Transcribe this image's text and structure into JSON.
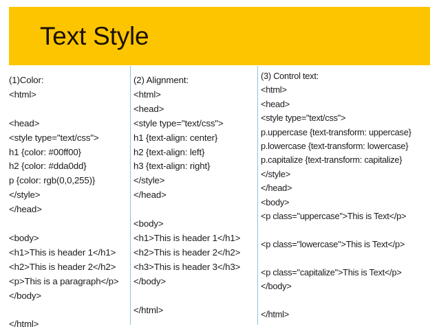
{
  "slide": {
    "title": "Text Style",
    "background_color": "#ffffff",
    "banner_color": "#FDC500",
    "title_color": "#1a1108",
    "divider_color": "#8FC3D2"
  },
  "columns": [
    {
      "id": "color",
      "heading": "(1)Color:",
      "lines": [
        "(1)Color:",
        "<html>",
        "",
        "<head>",
        "<style type=\"text/css\">",
        "h1 {color: #00ff00}",
        "h2 {color: #dda0dd}",
        "p {color: rgb(0,0,255)}",
        "</style>",
        "</head>",
        "",
        "<body>",
        "<h1>This is header 1</h1>",
        "<h2>This is header 2</h2>",
        "<p>This is a paragraph</p>",
        "</body>",
        "",
        "</html>"
      ]
    },
    {
      "id": "alignment",
      "heading": "(2) Alignment:",
      "lines": [
        "(2) Alignment:",
        "<html>",
        "<head>",
        "<style type=\"text/css\">",
        "h1 {text-align: center}",
        "h2 {text-align: left}",
        "h3 {text-align: right}",
        "</style>",
        "</head>",
        "",
        "<body>",
        "<h1>This is header 1</h1>",
        "<h2>This is header 2</h2>",
        "<h3>This is header 3</h3>",
        "</body>",
        "",
        "</html>"
      ]
    },
    {
      "id": "control-text",
      "heading": "(3) Control text:",
      "lines": [
        "(3) Control text:",
        "<html>",
        "<head>",
        "<style type=\"text/css\">",
        "p.uppercase {text-transform: uppercase}",
        "p.lowercase {text-transform: lowercase}",
        "p.capitalize {text-transform: capitalize}",
        "</style>",
        "</head>",
        "<body>",
        "<p class=\"uppercase\">This is Text</p>",
        "",
        "<p class=\"lowercase\">This is Text</p>",
        "",
        "<p class=\"capitalize\">This is Text</p>",
        "</body>",
        "",
        "</html>"
      ]
    }
  ]
}
